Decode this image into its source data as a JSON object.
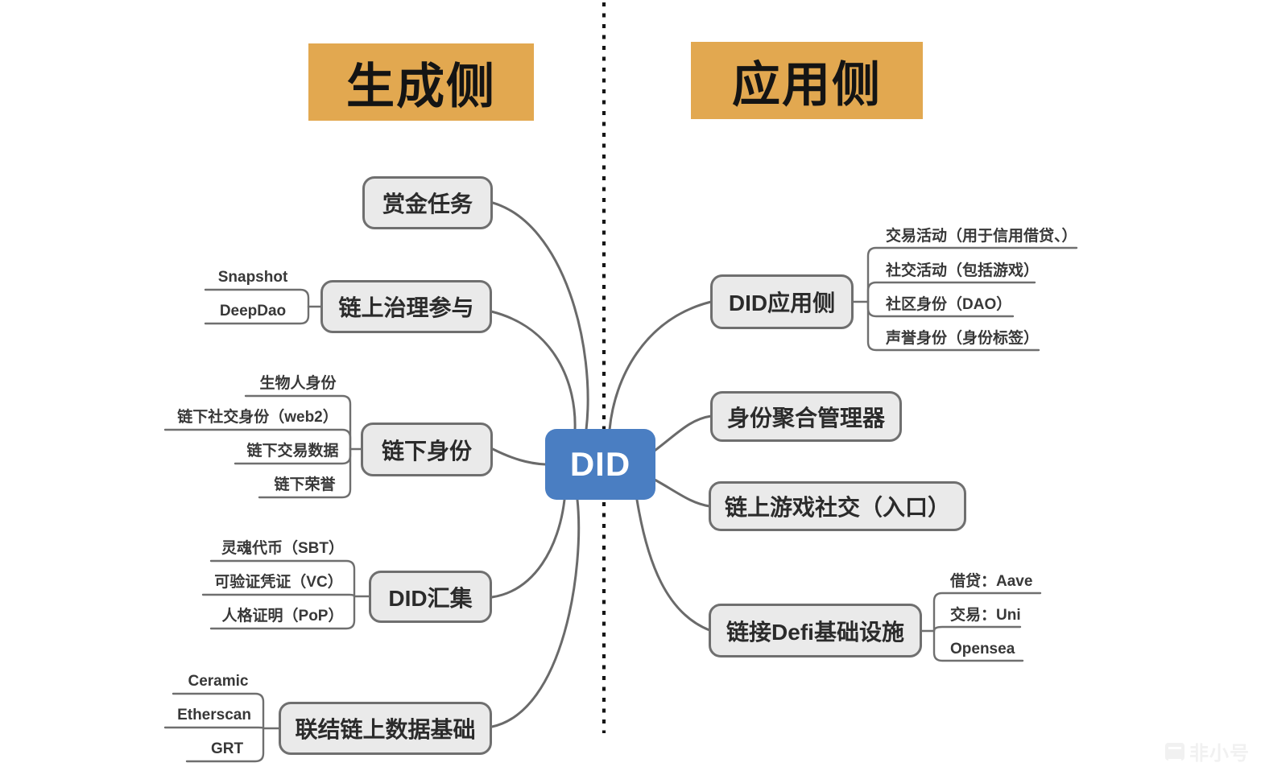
{
  "headers": {
    "left": "生成侧",
    "right": "应用侧"
  },
  "center": {
    "label": "DID"
  },
  "left_branches": [
    {
      "label": "赏金任务",
      "children": []
    },
    {
      "label": "链上治理参与",
      "children": [
        "Snapshot",
        "DeepDao"
      ]
    },
    {
      "label": "链下身份",
      "children": [
        "生物人身份",
        "链下社交身份（web2）",
        "链下交易数据",
        "链下荣誉"
      ]
    },
    {
      "label": "DID汇集",
      "children": [
        "灵魂代币（SBT）",
        "可验证凭证（VC）",
        "人格证明（PoP）"
      ]
    },
    {
      "label": "联结链上数据基础",
      "children": [
        "Ceramic",
        "Etherscan",
        "GRT"
      ]
    }
  ],
  "right_branches": [
    {
      "label": "DID应用侧",
      "children": [
        "交易活动（用于信用借贷、）",
        "社交活动（包括游戏）",
        "社区身份（DAO）",
        "声誉身份（身份标签）"
      ]
    },
    {
      "label": "身份聚合管理器",
      "children": []
    },
    {
      "label": "链上游戏社交（入口）",
      "children": []
    },
    {
      "label": "链接Defi基础设施",
      "children": [
        "借贷：Aave",
        "交易：Uni",
        "Opensea"
      ]
    }
  ],
  "watermark": {
    "text": "非小号"
  },
  "colors": {
    "header_bg": "#e2a850",
    "center_node_bg": "#4a7ec2",
    "node_bg": "#eaeaea",
    "node_border": "#6f6f6f",
    "wire": "#6a6a6a",
    "divider": "#161616",
    "background": "#ffffff"
  }
}
